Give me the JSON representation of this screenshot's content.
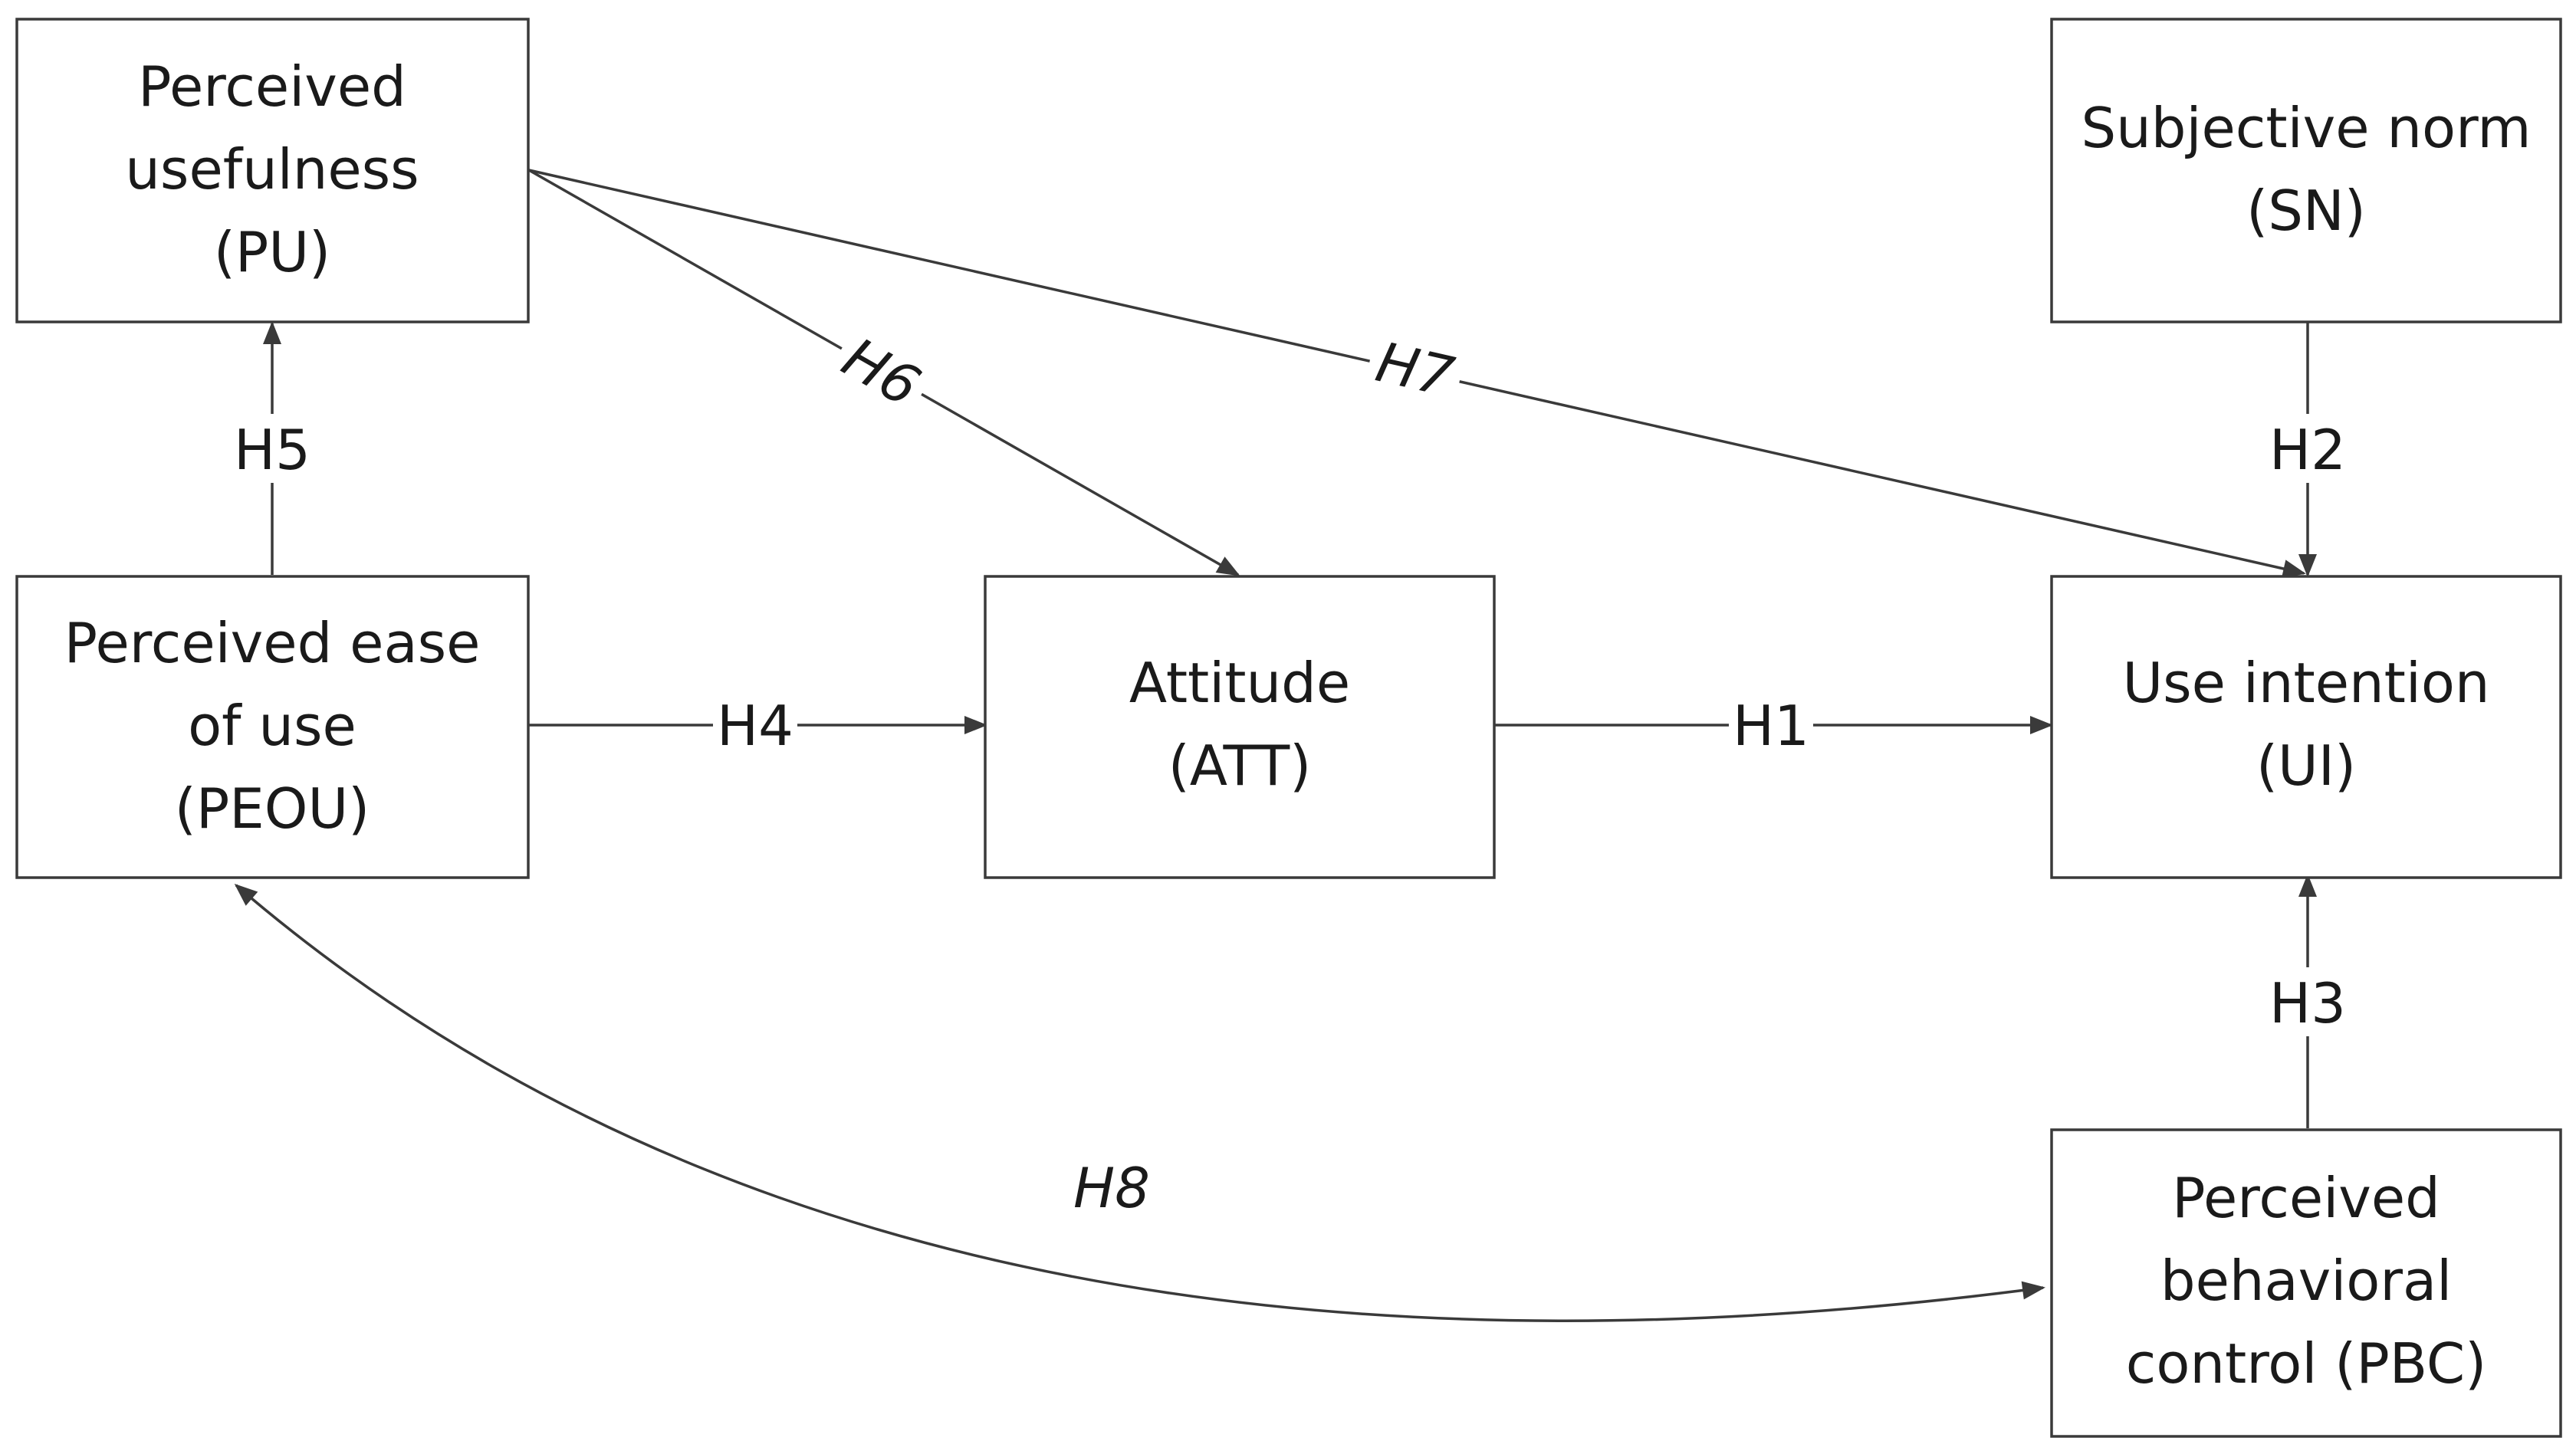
{
  "nodes": {
    "pu": {
      "lines": [
        "Perceived",
        "usefulness",
        "(PU)"
      ]
    },
    "sn": {
      "lines": [
        "Subjective norm",
        "(SN)"
      ]
    },
    "peou": {
      "lines": [
        "Perceived ease",
        "of use",
        "(PEOU)"
      ]
    },
    "att": {
      "lines": [
        "Attitude",
        "(ATT)"
      ]
    },
    "ui": {
      "lines": [
        "Use intention",
        "(UI)"
      ]
    },
    "pbc": {
      "lines": [
        "Perceived",
        "behavioral",
        "control (PBC)"
      ]
    }
  },
  "edges": {
    "h1": {
      "label": "H1",
      "from": "ATT",
      "to": "UI"
    },
    "h2": {
      "label": "H2",
      "from": "SN",
      "to": "UI"
    },
    "h3": {
      "label": "H3",
      "from": "PBC",
      "to": "UI"
    },
    "h4": {
      "label": "H4",
      "from": "PEOU",
      "to": "ATT"
    },
    "h5": {
      "label": "H5",
      "from": "PEOU",
      "to": "PU"
    },
    "h6": {
      "label": "H6",
      "from": "PU",
      "to": "ATT"
    },
    "h7": {
      "label": "H7",
      "from": "PU",
      "to": "UI"
    },
    "h8": {
      "label": "H8",
      "from": "PEOU",
      "to": "PBC"
    }
  }
}
